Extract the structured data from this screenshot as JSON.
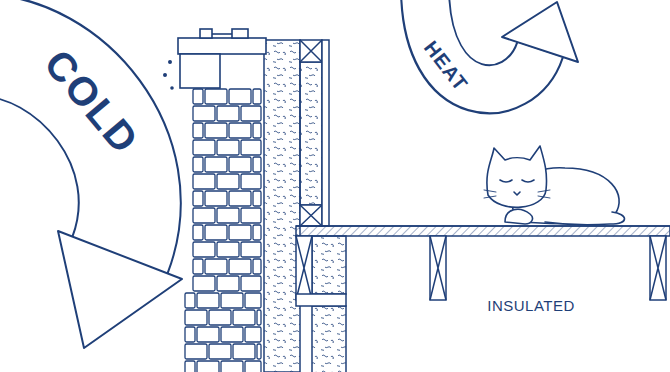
{
  "diagram": {
    "labels": [
      "COLD",
      "HEAT",
      "INSULATED"
    ]
  }
}
